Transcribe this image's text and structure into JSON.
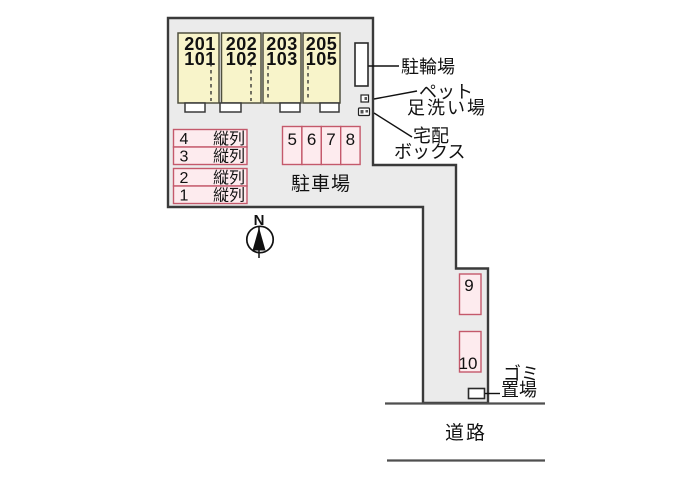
{
  "plan": {
    "building": {
      "units": [
        {
          "upper": "201",
          "lower": "101"
        },
        {
          "upper": "202",
          "lower": "102"
        },
        {
          "upper": "203",
          "lower": "103"
        },
        {
          "upper": "205",
          "lower": "105"
        }
      ]
    },
    "facilities": {
      "bicycle_parking": "駐輪場",
      "pet_wash_line1": "ペット",
      "pet_wash_line2": "足洗い場",
      "delivery_line1": "宅配",
      "delivery_line2": "ボックス",
      "garbage_line1": "ゴミ",
      "garbage_line2": "置場"
    },
    "parking": {
      "lot_label": "駐車場",
      "tandem_rows": [
        {
          "number": "4",
          "type": "縦列"
        },
        {
          "number": "3",
          "type": "縦列"
        },
        {
          "number": "2",
          "type": "縦列"
        },
        {
          "number": "1",
          "type": "縦列"
        }
      ],
      "row_stalls": [
        "5",
        "6",
        "7",
        "8"
      ],
      "side_stalls": [
        "9",
        "10"
      ]
    },
    "compass": {
      "north": "N"
    },
    "road": {
      "label": "道路"
    },
    "colors": {
      "site_fill": "#ebebeb",
      "outline": "#3a3a3a",
      "unit_fill": "#f8f4ca",
      "unit_border": "#50503f",
      "stall_fill": "#fdebee",
      "stall_border": "#c4596b",
      "road_line": "#4f4f4f",
      "text": "#111111"
    }
  }
}
